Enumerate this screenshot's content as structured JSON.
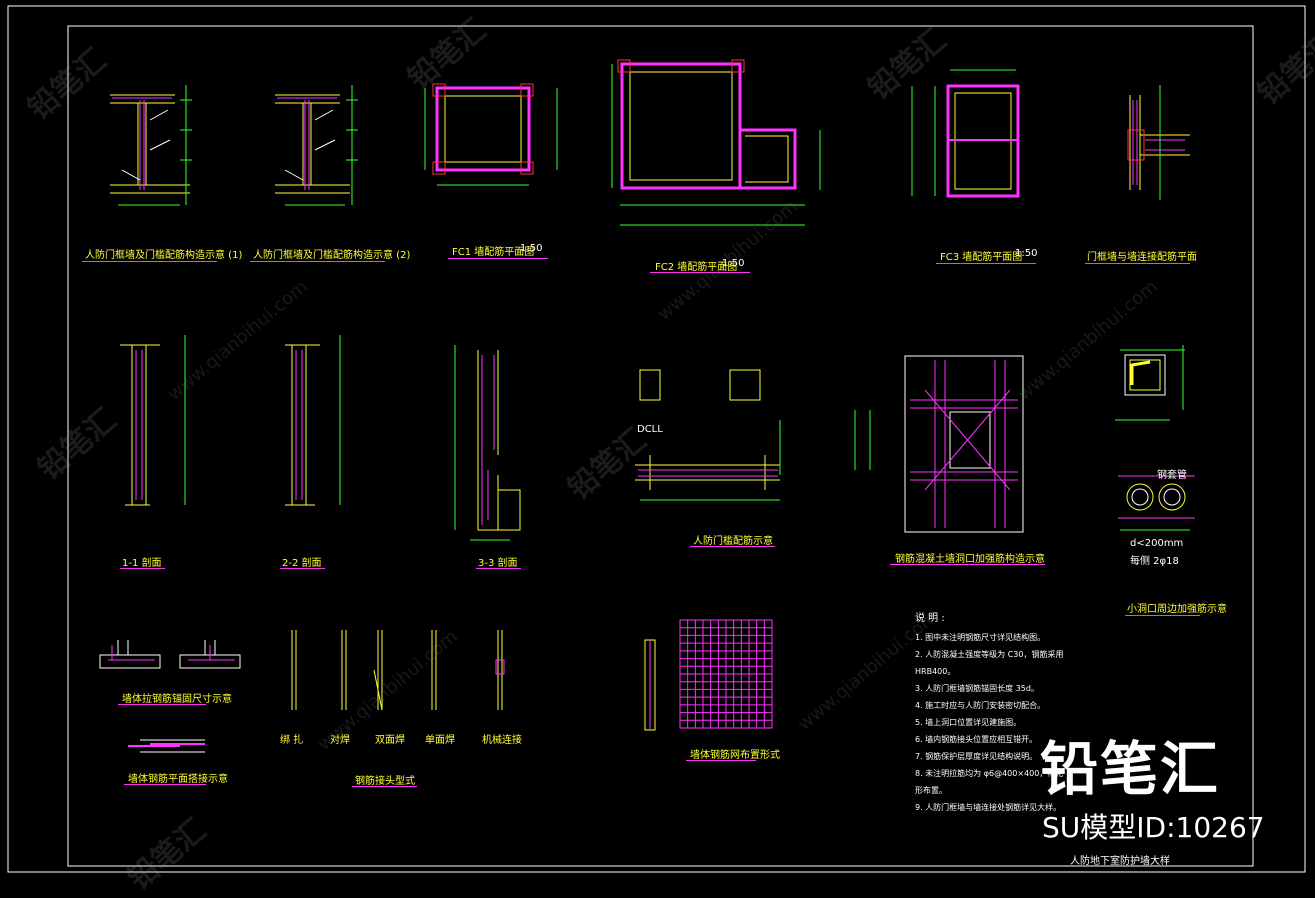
{
  "watermark": {
    "brand": "铅笔汇",
    "url": "www.qianbihui.com"
  },
  "brand_mark": {
    "name": "铅笔汇",
    "id_label": "SU模型ID:10267"
  },
  "title_block": {
    "drawing_title": "人防地下室防护墙大样"
  },
  "row1": [
    {
      "key": "door1",
      "caption": "人防门框墙及门槛配筋构造示意 (1)"
    },
    {
      "key": "door2",
      "caption": "人防门框墙及门槛配筋构造示意 (2)"
    },
    {
      "key": "fc1",
      "caption": "FC1 墙配筋平面图",
      "scale": "1:50"
    },
    {
      "key": "fc2",
      "caption": "FC2 墙配筋平面图",
      "scale": "1:50"
    },
    {
      "key": "fc3",
      "caption": "FC3 墙配筋平面图",
      "scale": "1:50"
    },
    {
      "key": "jt",
      "caption": "门框墙与墙连接配筋平面"
    }
  ],
  "row2": [
    {
      "key": "s11",
      "caption": "1-1 剖面"
    },
    {
      "key": "s22",
      "caption": "2-2 剖面"
    },
    {
      "key": "s33",
      "caption": "3-3 剖面"
    },
    {
      "key": "dcl",
      "caption": "人防门槛配筋示意",
      "label": "DCLL"
    },
    {
      "key": "open",
      "caption": "钢筋混凝土墙洞口加强筋构造示意"
    },
    {
      "key": "small",
      "caption": "小洞口周边加强筋示意",
      "note1": "d<200mm",
      "note2": "每侧 2φ18",
      "tag": "钢套管"
    }
  ],
  "row3": [
    {
      "key": "anchor",
      "caption": "墙体拉钢筋锚固尺寸示意"
    },
    {
      "key": "lap",
      "caption": "墙体钢筋平面搭接示意"
    },
    {
      "key": "joint",
      "caption": "钢筋接头型式"
    },
    {
      "key": "mesh",
      "caption": "墙体钢筋网布置形式"
    }
  ],
  "joint_labels": [
    "绑 扎",
    "对焊",
    "双面焊",
    "单面焊",
    "机械连接"
  ],
  "notes": {
    "title": "说 明 :",
    "items": [
      "1. 图中未注明钢筋尺寸详见结构图。",
      "2. 人防混凝土强度等级为 C30，钢筋采用 HRB400。",
      "3. 人防门框墙钢筋锚固长度 35d。",
      "4. 施工时应与人防门安装密切配合。",
      "5. 墙上洞口位置详见建施图。",
      "6. 墙内钢筋接头位置应相互错开。",
      "7. 钢筋保护层厚度详见结构说明。",
      "8. 未注明拉筋均为 φ6@400×400，梅花形布置。",
      "9. 人防门框墙与墙连接处钢筋详见大样。"
    ]
  },
  "colors": {
    "yellow": "#ffff33",
    "magenta": "#ff33ff",
    "cyan": "#33ffff",
    "green": "#33ff33",
    "white": "#ffffff",
    "red": "#ff3333"
  }
}
